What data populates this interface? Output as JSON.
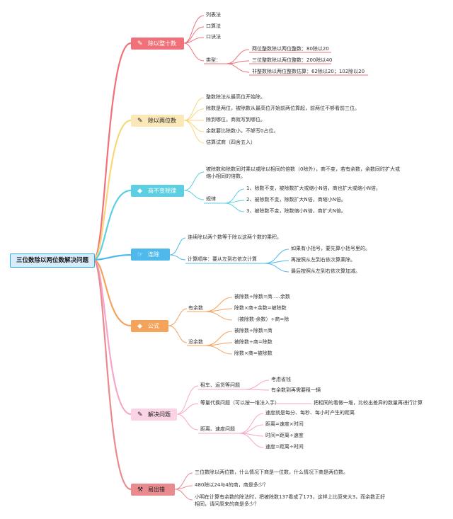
{
  "root": "三位数除以两位数解决问题",
  "colors": {
    "red": "#f0717a",
    "yellow": "#f7d77a",
    "cyan": "#5ccfe2",
    "blue": "#4fb9ec",
    "orange": "#f5a25b",
    "pink": "#f6a6c8",
    "maroon": "#e98a8f"
  },
  "branches": {
    "b1": {
      "label": "除以整十数",
      "icon": "pencil-icon",
      "items": [
        "列表法",
        "口算法",
        "口诀法"
      ],
      "type_label": "类型：",
      "types": [
        "两位整数除以两位整数：80除以20",
        "三位整数除以两位整数：200除以40",
        "非整数除以两位整数估算：62除以20；102除以20"
      ]
    },
    "b2": {
      "label": "除以两位数",
      "icon": "pencil-icon",
      "items": [
        "整数除法从最高位开始除。",
        "除数是两位，被除数从最高位开始前两位算起，前两位不够看前三位。",
        "除到哪位，商就写到哪位。",
        "余数要比除数小，不够写0占位。",
        "估算试商（四舍五入）"
      ]
    },
    "b3": {
      "label": "商不变规律",
      "icon": "gem-icon",
      "desc": "被除数和除数同时乘以或除以相同的倍数（0除外），商不变，若有余数，余数同时扩大或缩小相同的倍数。",
      "rule_label": "规律",
      "rules": [
        "1、除数不变，被除数扩大或缩小N倍，商也扩大或缩小N倍。",
        "2、被除数不变，除数扩大N倍，商缩小N倍。",
        "3、被除数不变，除数缩小N倍，商扩大N倍。"
      ]
    },
    "b4": {
      "label": "连除",
      "icon": "hand-icon",
      "desc": "连续除以两个数等于除以这两个数的乘积。",
      "order_label": "计算顺序：要从左到右依次计算",
      "orders": [
        "如果有小括号，要先算小括号里的。",
        "再按照从左到右依次算乘除。",
        "最后按照从左到右依次算加减。"
      ]
    },
    "b5": {
      "label": "公式",
      "icon": "gem-icon",
      "with_rem": "有余数",
      "with_rem_items": [
        "被除数÷除数=商.....余数",
        "除数×商+余数=被除数",
        "（被除数-余数）÷商=除"
      ],
      "no_rem": "没余数",
      "no_rem_items": [
        "被除数÷除数=商",
        "被除数÷商=除数",
        "除数×商=被除数"
      ]
    },
    "b6": {
      "label": "解决问题",
      "icon": "pencil-icon",
      "rent": "租车、运货等问题",
      "rent_items": [
        "考虑省钱",
        "有余数到再需要租一辆"
      ],
      "equal": "等量代换问题（可以按一堆法入手）",
      "equal_item": "把相同的看做一堆，比较出差异的数量再进行计算",
      "speed": "距离、速度问题",
      "speed_items": [
        "速度就是每分、每秒、每小时产生的距离",
        "距离=速度×时间",
        "时间=距离÷速度",
        "速度=距离÷时间"
      ]
    },
    "b7": {
      "label": "易出错",
      "icon": "hammer-icon",
      "items": [
        "三位数除以两位数，什么情况下商是一位数，什么情况下商是两位数。",
        "480除以24与4的商，商是多少？",
        "小明在计算有余数的除法时，把被除数137看成了173，这样上比原来大3，而余数正好相同，请问原来的商是多少？"
      ]
    }
  }
}
